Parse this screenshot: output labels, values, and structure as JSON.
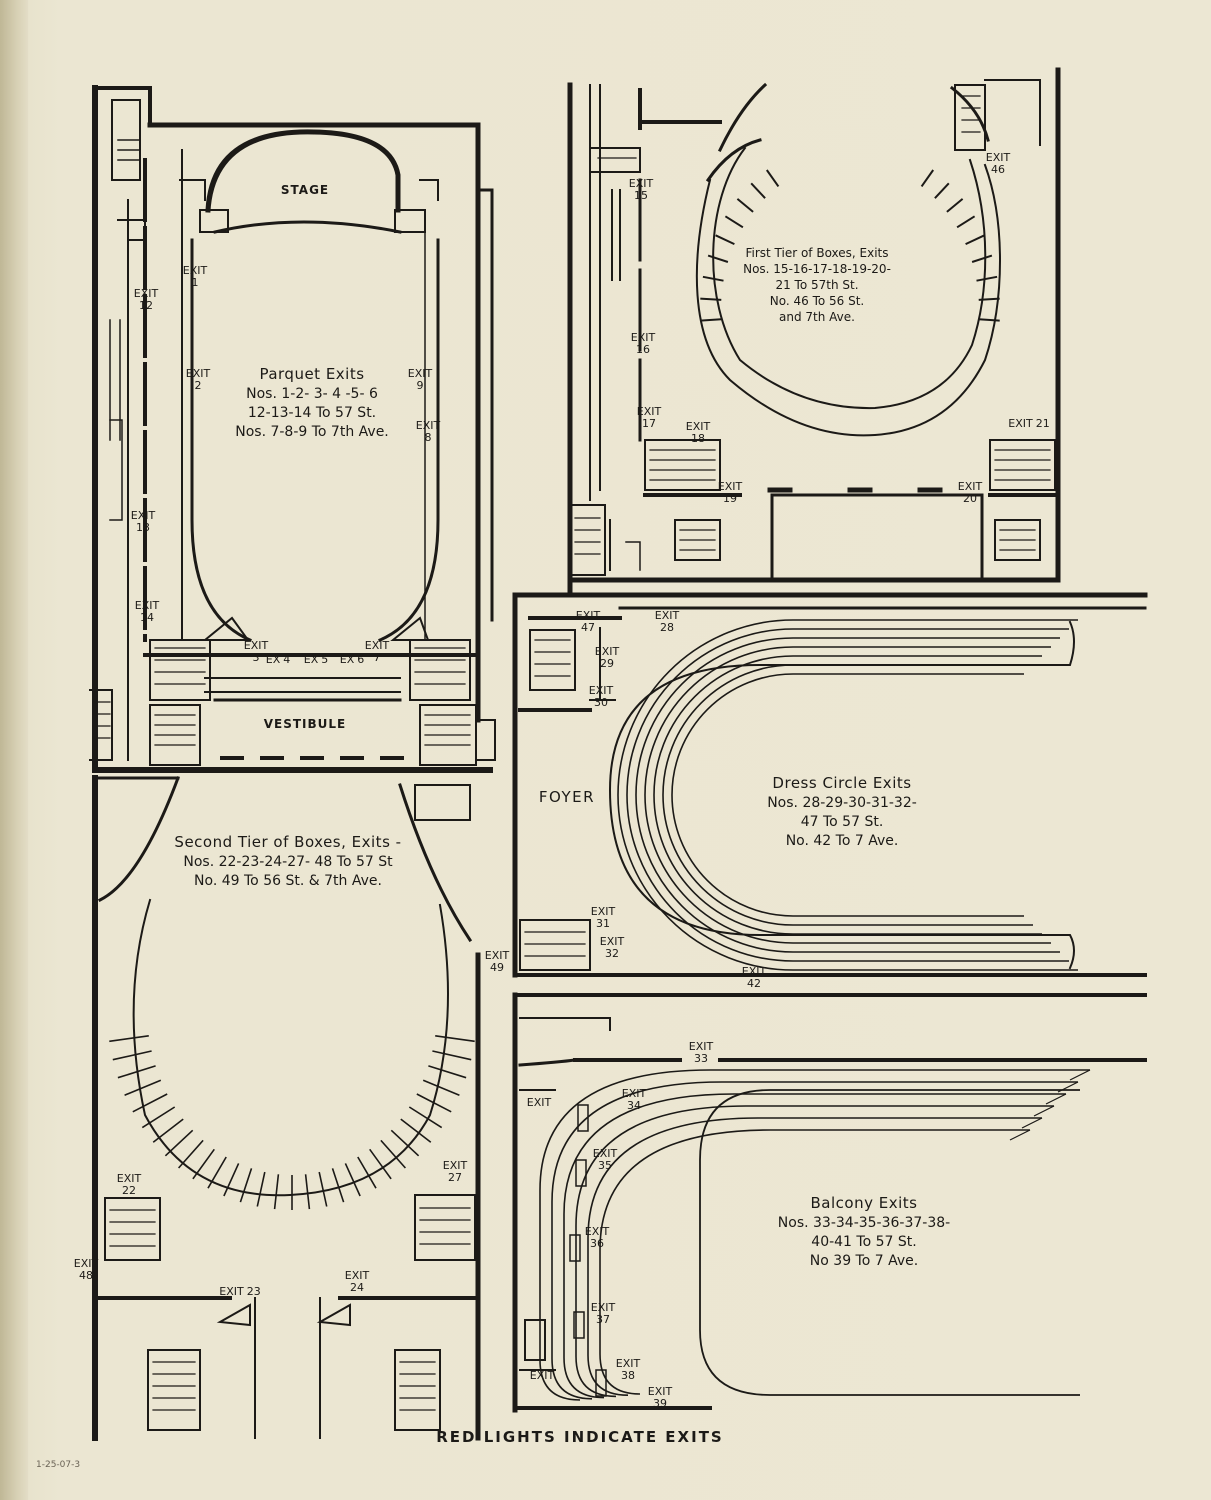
{
  "sections": {
    "parquet": {
      "title": "Parquet Exits",
      "lines": [
        "Nos. 1-2- 3- 4 -5- 6",
        "12-13-14 To 57 St.",
        "Nos. 7-8-9 To 7th Ave."
      ],
      "stage": "STAGE",
      "vestibule": "VESTIBULE"
    },
    "first_tier": {
      "title": "First Tier of Boxes, Exits",
      "lines": [
        "Nos. 15-16-17-18-19-20-",
        "21 To 57th St.",
        "No. 46 To 56 St.",
        "and 7th Ave."
      ]
    },
    "dress_circle": {
      "title": "Dress Circle Exits",
      "lines": [
        "Nos. 28-29-30-31-32-",
        "47 To 57 St.",
        "No. 42 To 7 Ave."
      ],
      "foyer": "FOYER"
    },
    "second_tier": {
      "title": "Second Tier of Boxes, Exits -",
      "lines": [
        "Nos. 22-23-24-27- 48 To 57 St",
        "No. 49 To 56 St. & 7th Ave."
      ]
    },
    "balcony": {
      "title": "Balcony Exits",
      "lines": [
        "Nos. 33-34-35-36-37-38-",
        "40-41 To 57 St.",
        "No 39 To 7 Ave."
      ]
    }
  },
  "exits": [
    {
      "id": "exit-1",
      "word": "EXIT",
      "num": "1"
    },
    {
      "id": "exit-2",
      "word": "EXIT",
      "num": "2"
    },
    {
      "id": "exit-3",
      "word": "EXIT",
      "num": "3"
    },
    {
      "id": "exit-4",
      "word": "EX",
      "num": "4"
    },
    {
      "id": "exit-5",
      "word": "EX",
      "num": "5"
    },
    {
      "id": "exit-6",
      "word": "EX",
      "num": "6"
    },
    {
      "id": "exit-7",
      "word": "EXIT",
      "num": "7"
    },
    {
      "id": "exit-8",
      "word": "EXIT",
      "num": "8"
    },
    {
      "id": "exit-9",
      "word": "EXIT",
      "num": "9"
    },
    {
      "id": "exit-12",
      "word": "EXIT",
      "num": "12"
    },
    {
      "id": "exit-13",
      "word": "EXIT",
      "num": "13"
    },
    {
      "id": "exit-14",
      "word": "EXIT",
      "num": "14"
    },
    {
      "id": "exit-15",
      "word": "EXIT",
      "num": "15"
    },
    {
      "id": "exit-16",
      "word": "EXIT",
      "num": "16"
    },
    {
      "id": "exit-17",
      "word": "EXIT",
      "num": "17"
    },
    {
      "id": "exit-18",
      "word": "EXIT",
      "num": "18"
    },
    {
      "id": "exit-19",
      "word": "EXIT",
      "num": "19"
    },
    {
      "id": "exit-20",
      "word": "EXIT",
      "num": "20"
    },
    {
      "id": "exit-21",
      "word": "EXIT",
      "num": "21"
    },
    {
      "id": "exit-46",
      "word": "EXIT",
      "num": "46"
    },
    {
      "id": "exit-47",
      "word": "EXIT",
      "num": "47"
    },
    {
      "id": "exit-28",
      "word": "EXIT",
      "num": "28"
    },
    {
      "id": "exit-29",
      "word": "EXIT",
      "num": "29"
    },
    {
      "id": "exit-30",
      "word": "EXIT",
      "num": "30"
    },
    {
      "id": "exit-31",
      "word": "EXIT",
      "num": "31"
    },
    {
      "id": "exit-32",
      "word": "EXIT",
      "num": "32"
    },
    {
      "id": "exit-42",
      "word": "EXIT",
      "num": "42"
    },
    {
      "id": "exit-49",
      "word": "EXIT",
      "num": "49"
    },
    {
      "id": "exit-22",
      "word": "EXIT",
      "num": "22"
    },
    {
      "id": "exit-27",
      "word": "EXIT",
      "num": "27"
    },
    {
      "id": "exit-48",
      "word": "EXIT",
      "num": "48"
    },
    {
      "id": "exit-23",
      "word": "EXIT",
      "num": "23"
    },
    {
      "id": "exit-24",
      "word": "EXIT",
      "num": "24"
    },
    {
      "id": "exit-33",
      "word": "EXIT",
      "num": "33"
    },
    {
      "id": "exit-34",
      "word": "EXIT",
      "num": "34"
    },
    {
      "id": "exit-35",
      "word": "EXIT",
      "num": "35"
    },
    {
      "id": "exit-36",
      "word": "EXIT",
      "num": "36"
    },
    {
      "id": "exit-37",
      "word": "EXIT",
      "num": "37"
    },
    {
      "id": "exit-38",
      "word": "EXIT",
      "num": "38"
    },
    {
      "id": "exit-39",
      "word": "EXIT",
      "num": "39"
    },
    {
      "id": "exit-40",
      "word": "EXIT",
      "num": ""
    },
    {
      "id": "exit-41",
      "word": "EXIT",
      "num": ""
    }
  ],
  "footer": "RED LIGHTS INDICATE EXITS",
  "stamp": "1-25-07-3",
  "colors": {
    "paper": "#ebe6d2",
    "ink": "#1c1a17"
  }
}
